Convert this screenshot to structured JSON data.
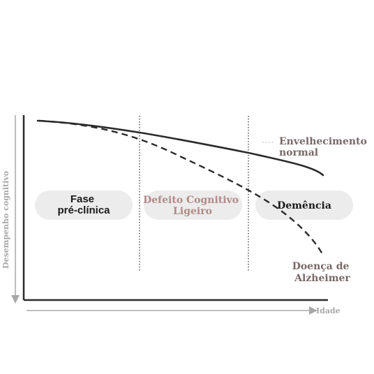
{
  "y_axis_label": "Desempenho cognitivo",
  "x_axis_label": "Idade",
  "curves": {
    "normal": {
      "label_line1": "Envelhecimento",
      "label_line2": "normal"
    },
    "alzheimer": {
      "label_line1": "Doença de",
      "label_line2": "Alzheimer"
    }
  },
  "phases": [
    {
      "line1": "Fase",
      "line2": "pré-clínica"
    },
    {
      "line1": "Defeito Cognitivo",
      "line2": "Ligeiro"
    },
    {
      "line1": "Demência",
      "line2": ""
    }
  ],
  "colors": {
    "curve": "#2b2b2b",
    "annotation": "#7a6868",
    "phase_highlight_text": "#b08a86",
    "pill_fill": "#ececec",
    "axis_gray": "#a8a8a8"
  }
}
